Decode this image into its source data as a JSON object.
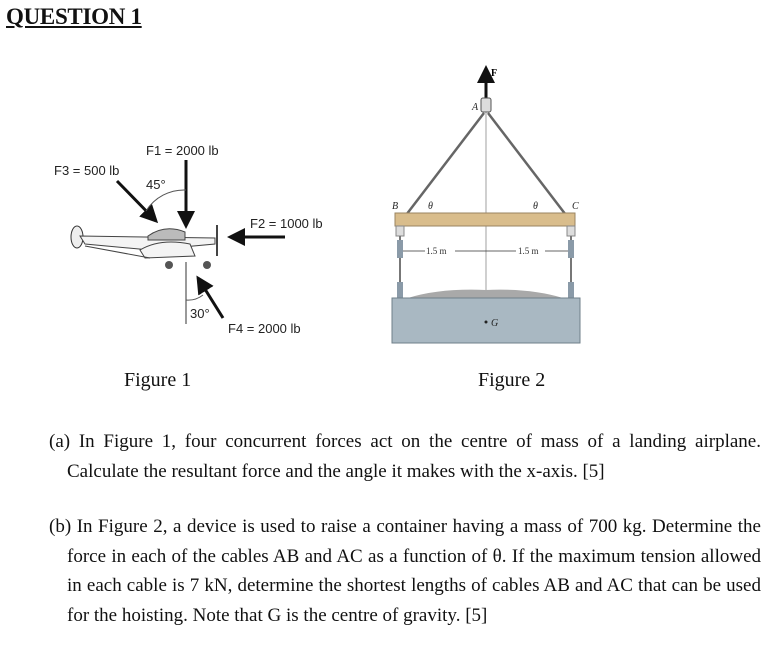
{
  "title": "QUESTION 1",
  "figure1": {
    "caption": "Figure 1",
    "f1": "F1 = 2000 lb",
    "f2": "F2 = 1000 lb",
    "f3": "F3 = 500 lb",
    "f4": "F4 = 2000 lb",
    "angle_top": "45°",
    "angle_bottom": "30°"
  },
  "figure2": {
    "caption": "Figure 2",
    "force": "F",
    "point_a": "A",
    "point_b": "B",
    "point_c": "C",
    "point_g": "G",
    "theta": "θ",
    "dim_left": "1.5 m",
    "dim_right": "1.5 m"
  },
  "questions": {
    "a": "(a) In Figure 1, four concurrent forces act on the centre of mass of a landing airplane. Calculate the resultant force and the angle it makes with the x-axis. [5]",
    "b": "(b) In Figure 2, a device is used to raise a container having a mass of 700 kg. Determine the force in each of the cables AB and AC as a function of θ. If the maximum tension allowed in each cable is 7 kN, determine the shortest lengths of cables AB and AC that can be used for the hoisting. Note that G is the centre of gravity. [5]"
  }
}
